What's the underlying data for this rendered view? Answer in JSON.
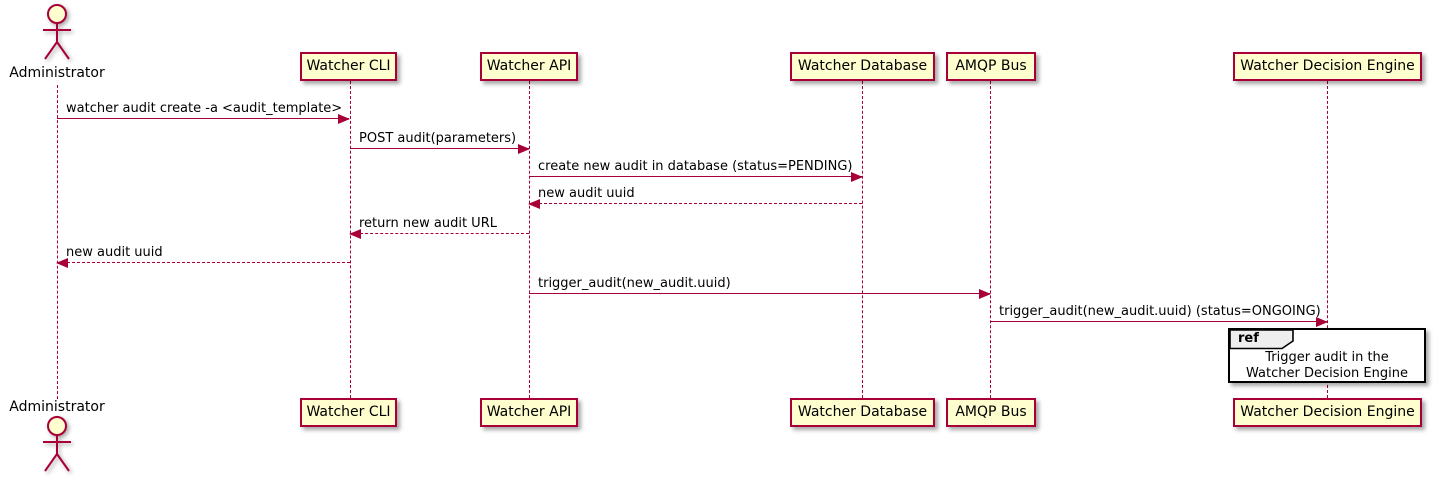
{
  "diagram_type": "uml-sequence-diagram",
  "colors": {
    "background": "#FFFFFF",
    "participant_fill": "#FEFECE",
    "participant_border": "#A80036",
    "arrow": "#A80036",
    "lifeline": "#A80036",
    "text": "#000000",
    "ref_border": "#000000",
    "ref_header_fill": "#EEEEEE"
  },
  "actor": {
    "label": "Administrator"
  },
  "participants": [
    {
      "id": "watcher-cli",
      "label": "Watcher CLI"
    },
    {
      "id": "watcher-api",
      "label": "Watcher API"
    },
    {
      "id": "watcher-database",
      "label": "Watcher Database"
    },
    {
      "id": "amqp-bus",
      "label": "AMQP Bus"
    },
    {
      "id": "watcher-decision-engine",
      "label": "Watcher Decision Engine"
    }
  ],
  "messages": [
    {
      "from": "Administrator",
      "to": "Watcher CLI",
      "label": "watcher audit create -a <audit_template>",
      "line": "solid",
      "direction": "right"
    },
    {
      "from": "Watcher CLI",
      "to": "Watcher API",
      "label": "POST audit(parameters)",
      "line": "solid",
      "direction": "right"
    },
    {
      "from": "Watcher API",
      "to": "Watcher Database",
      "label": "create new audit in database (status=PENDING)",
      "line": "solid",
      "direction": "right"
    },
    {
      "from": "Watcher Database",
      "to": "Watcher API",
      "label": "new audit uuid",
      "line": "dashed",
      "direction": "left"
    },
    {
      "from": "Watcher API",
      "to": "Watcher CLI",
      "label": "return new audit URL",
      "line": "dashed",
      "direction": "left"
    },
    {
      "from": "Watcher CLI",
      "to": "Administrator",
      "label": "new audit uuid",
      "line": "dashed",
      "direction": "left"
    },
    {
      "from": "Watcher API",
      "to": "AMQP Bus",
      "label": "trigger_audit(new_audit.uuid)",
      "line": "solid",
      "direction": "right"
    },
    {
      "from": "AMQP Bus",
      "to": "Watcher Decision Engine",
      "label": "trigger_audit(new_audit.uuid) (status=ONGOING)",
      "line": "solid",
      "direction": "right"
    }
  ],
  "ref": {
    "keyword": "ref",
    "line1": "Trigger audit in the",
    "line2": "Watcher Decision Engine"
  }
}
